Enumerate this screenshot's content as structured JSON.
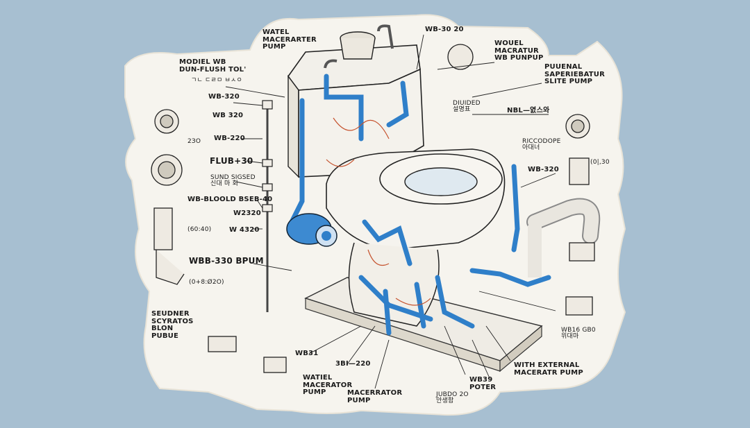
{
  "colors": {
    "background": "#a7bfd1",
    "paper": "#f6f4ee",
    "pipe_blue": "#2f7fc9",
    "line": "#222222",
    "wire": "#c5522d"
  },
  "labels": {
    "top_center": "WATEL\nMACERARTER\nPUMP",
    "top_code": "WB-30 20",
    "top_right": "WOUEL\nMACRATUR\nWB PUNPUP",
    "right_box": "PUUENAL\nSAPERIEBATUR\nSLITE PUMP",
    "model": "MODIEL WB\nDUN-FLUSH TOL'",
    "model_sub": "ㄱㄴ ㄷㄹㅁ ㅂㅅㅇ",
    "wb320_a": "WB-320",
    "wb320_b": "WB 320",
    "wb220": "WB-220",
    "flub": "FLUB+30",
    "small_ko": "SUND SIGSED\n신대 마 회",
    "wb_block": "WB-BLOOLD BSEB-40",
    "w2320": "W2320",
    "w4320": "W 4320",
    "wbb_pump": "WBB-330 BPUM",
    "small_230": "2ЗO",
    "small_6040": "(60:40)",
    "small_0460": "(0+8:Ø2O)",
    "bottom_left": "SEUDNER\nSCYRATOS\nBLON\nPUBUE",
    "wb31": "WB31",
    "bottom_center_left": "WATIEL\nMACERATOR\nPUMP",
    "bi220": "3BI—220",
    "macerrator": "MACERRATOR\nPUMP",
    "jubdo": "JUBDO 2O\n안생함",
    "wb39": "WB39\nPOTER",
    "external": "WITH EXTERNAL\nMACERATR PUMP",
    "wb_130": "WB16  GB0\n위대마",
    "divided": "DIUIDED\n설명표",
    "nbl": "NBL—엸스와",
    "riccodipe": "RICCODOPE\n아대너",
    "wb320_right": "WB-320",
    "small_0130": "(0|,30"
  }
}
